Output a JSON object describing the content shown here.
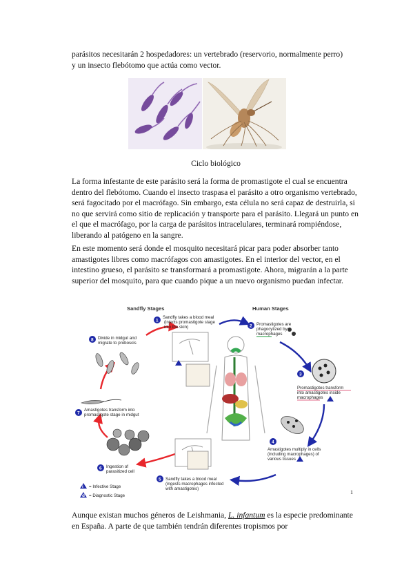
{
  "paragraphs": {
    "p0_line1": "parásitos necesitarán 2 hospedadores: un vertebrado (reservorio, normalmente perro)",
    "p0_line2": "y un insecto flebótomo que actúa como vector.",
    "caption": "Ciclo biológico",
    "p1": "La forma infestante de este parásito será la forma de promastigote el cual se encuentra dentro del flebótomo. Cuando el insecto traspasa el parásito a otro organismo vertebrado, será fagocitado por el macrófago. Sin embargo, esta célula no será capaz de destruirla, si no que servirá como sitio de replicación y transporte para el parásito. Llegará un punto en el que el macrófago, por la carga de parásitos intracelulares, terminará rompiéndose, liberando al patógeno en la sangre.",
    "p2": "En este momento será donde el mosquito necesitará picar para poder absorber tanto amastigotes libres como macrófagos con amastigotes. En el interior del vector, en el intestino grueso, el parásito se transformará a promastigote. Ahora, migrarán a la parte superior del mosquito, para que cuando pique a un nuevo organismo puedan infectar.",
    "p3_before": "Aunque existan muchos géneros de Leishmania, ",
    "p3_italic": "L. infantum",
    "p3_after": " es la especie predominante en España. A parte de que también tendrán diferentes tropismos por"
  },
  "footnote": "1",
  "diagram": {
    "sandfly_title": "Sandfly Stages",
    "human_title": "Human Stages",
    "steps": [
      {
        "num": "1",
        "line1": "Sandfly takes a blood meal",
        "line2": "(injects promastigote stage",
        "line3": "into the skin)"
      },
      {
        "num": "2",
        "line1": "Promastigotes are",
        "line2": "phagocytized by",
        "line3": "macrophages"
      },
      {
        "num": "3",
        "line1": "Promastigotes transform",
        "line2": "into amastigotes inside",
        "line3": "macrophages"
      },
      {
        "num": "4",
        "line1": "Amastigotes multiply in cells",
        "line2": "(including macrophages) of",
        "line3": "various tissues"
      },
      {
        "num": "5",
        "line1": "Sandfly takes a blood meal",
        "line2": "(ingests macrophages infected",
        "line3": "with amastigotes)"
      },
      {
        "num": "6",
        "line1": "Ingestion of",
        "line2": "parasitized cell",
        "line3": ""
      },
      {
        "num": "7",
        "line1": "Amastigotes transform into",
        "line2": "promastigote stage in midgut",
        "line3": ""
      },
      {
        "num": "8",
        "line1": "Divide in midgut and",
        "line2": "migrate to proboscis",
        "line3": ""
      }
    ],
    "legend": {
      "infective": "= Infective Stage",
      "diagnostic": "= Diagnostic Stage",
      "i_symbol": "i",
      "d_symbol": "d"
    },
    "colors": {
      "sandfly_arrow": "#e8262b",
      "human_arrow": "#1f2aa8",
      "badge": "#1f2aa8"
    }
  }
}
